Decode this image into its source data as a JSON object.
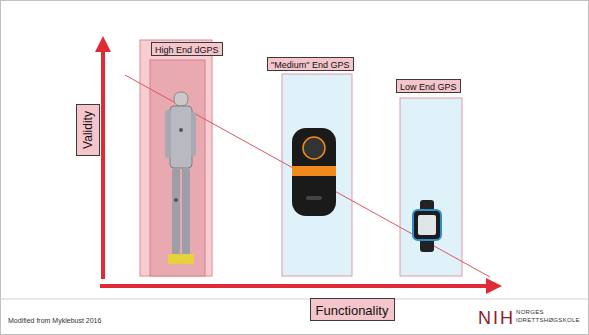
{
  "diagram": {
    "nodes": [
      {
        "text": [
          "Validity"
        ]
      },
      {
        "text": [
          "High End dGPS"
        ]
      },
      {
        "text": [
          "\"Medium\" End GPS"
        ]
      },
      {
        "text": [
          "Low End GPS"
        ]
      },
      {
        "text": [
          "Functionality"
        ]
      }
    ],
    "labels": [
      "Modified from Myklebust 2016",
      "NIH",
      "NORGES IDRETTSHØGSKOLE"
    ]
  }
}
